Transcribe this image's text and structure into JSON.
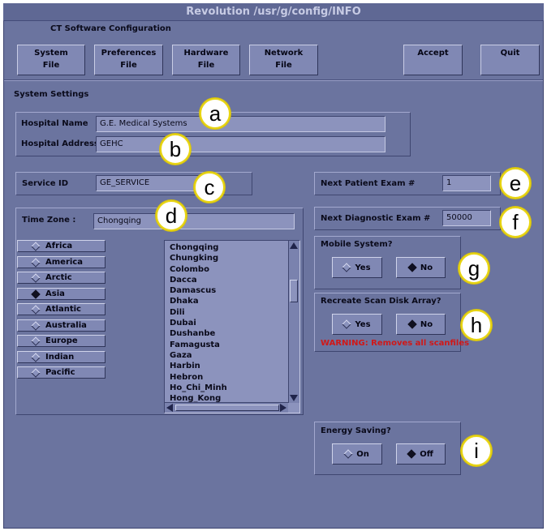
{
  "window": {
    "title": "Revolution /usr/g/config/INFO"
  },
  "app": {
    "title": "CT Software Configuration"
  },
  "menu": [
    {
      "label": "System",
      "sub": "File"
    },
    {
      "label": "Preferences",
      "sub": "File"
    },
    {
      "label": "Hardware",
      "sub": "File"
    },
    {
      "label": "Network",
      "sub": "File"
    }
  ],
  "actions": {
    "accept": "Accept",
    "quit": "Quit"
  },
  "system_settings": {
    "heading": "System Settings",
    "hospital_name_label": "Hospital Name",
    "hospital_name": "G.E. Medical Systems",
    "hospital_address_label": "Hospital Address",
    "hospital_address": "GEHC",
    "service_id_label": "Service ID",
    "service_id": "GE_SERVICE",
    "time_zone_label": "Time Zone :",
    "time_zone": "Chongqing"
  },
  "regions": [
    {
      "label": "Africa",
      "selected": false
    },
    {
      "label": "America",
      "selected": false
    },
    {
      "label": "Arctic",
      "selected": false
    },
    {
      "label": "Asia",
      "selected": true
    },
    {
      "label": "Atlantic",
      "selected": false
    },
    {
      "label": "Australia",
      "selected": false
    },
    {
      "label": "Europe",
      "selected": false
    },
    {
      "label": "Indian",
      "selected": false
    },
    {
      "label": "Pacific",
      "selected": false
    }
  ],
  "cities": [
    "Chongqing",
    "Chungking",
    "Colombo",
    "Dacca",
    "Damascus",
    "Dhaka",
    "Dili",
    "Dubai",
    "Dushanbe",
    "Famagusta",
    "Gaza",
    "Harbin",
    "Hebron",
    "Ho_Chi_Minh",
    "Hong_Kong"
  ],
  "exams": {
    "next_patient_label": "Next Patient Exam #",
    "next_patient": "1",
    "next_diagnostic_label": "Next Diagnostic Exam #",
    "next_diagnostic": "50000"
  },
  "mobile": {
    "label": "Mobile System?",
    "yes": "Yes",
    "no": "No",
    "selected": "no"
  },
  "recreate": {
    "label": "Recreate Scan Disk Array?",
    "yes": "Yes",
    "no": "No",
    "selected": "no",
    "warning": "WARNING: Removes all scanfiles"
  },
  "energy": {
    "label": "Energy Saving?",
    "on": "On",
    "off": "Off",
    "selected": "off"
  },
  "callouts": [
    "a",
    "b",
    "c",
    "d",
    "e",
    "f",
    "g",
    "h",
    "i"
  ],
  "colors": {
    "panel": "#6b749f",
    "button": "#8088b4",
    "field": "#8c93bd",
    "warning": "#d01818",
    "callout_ring": "#e8d514"
  }
}
